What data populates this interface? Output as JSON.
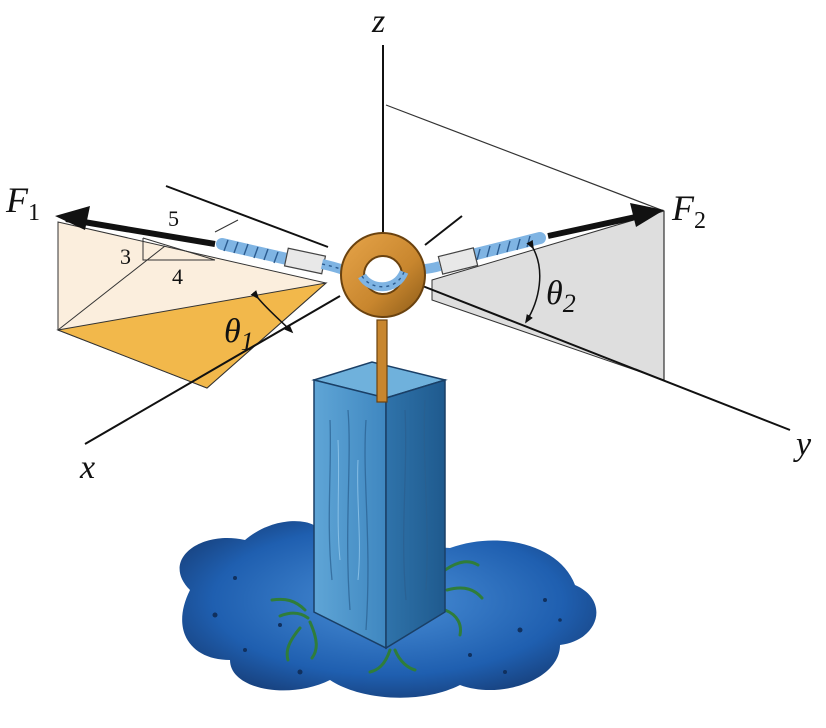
{
  "axes": {
    "x": "x",
    "y": "y",
    "z": "z"
  },
  "forces": {
    "f1": {
      "symbol": "F",
      "subscript": "1"
    },
    "f2": {
      "symbol": "F",
      "subscript": "2"
    }
  },
  "angles": {
    "theta1": {
      "symbol": "θ",
      "subscript": "1"
    },
    "theta2": {
      "symbol": "θ",
      "subscript": "2"
    }
  },
  "slope_triangle": {
    "hypotenuse": "5",
    "rise": "3",
    "run": "4"
  },
  "colors": {
    "post": "#3f87c0",
    "post_dark": "#2a6a9e",
    "post_top": "#6fb1dc",
    "ring": "#c8862e",
    "ring_dark": "#8a5a18",
    "puddle": "#1f5fb0",
    "grass": "#2f7d3a",
    "plane_x": "#fbeedd",
    "plane_x_shadow": "#f2b84b",
    "plane_y": "#dedede",
    "cable": "#7fb4e3"
  }
}
